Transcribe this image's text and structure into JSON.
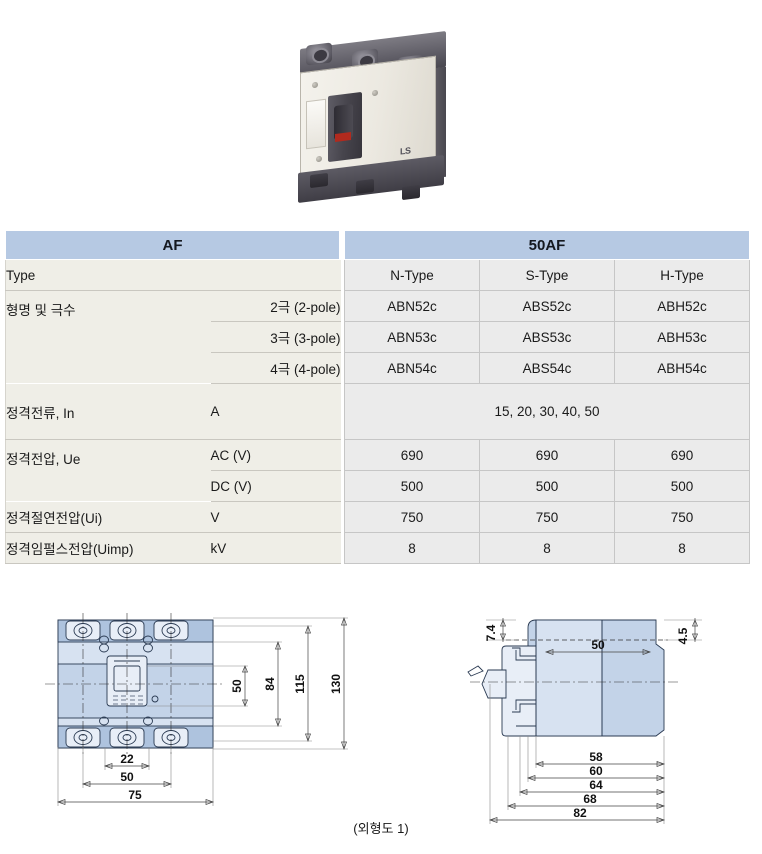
{
  "product": {
    "image_name": "mccb-product-photo",
    "brand_mark": "LS"
  },
  "table": {
    "header": {
      "left": "AF",
      "right": "50AF"
    },
    "rows": [
      {
        "label": "Type",
        "unit": "",
        "unit_align": "left",
        "values": [
          "N-Type",
          "S-Type",
          "H-Type"
        ]
      },
      {
        "label": "형명 및 극수",
        "unit": "2극 (2-pole)",
        "unit_align": "right",
        "values": [
          "ABN52c",
          "ABS52c",
          "ABH52c"
        ]
      },
      {
        "label": "",
        "unit": "3극 (3-pole)",
        "unit_align": "right",
        "values": [
          "ABN53c",
          "ABS53c",
          "ABH53c"
        ]
      },
      {
        "label": "",
        "unit": "4극 (4-pole)",
        "unit_align": "right",
        "values": [
          "ABN54c",
          "ABS54c",
          "ABH54c"
        ]
      },
      {
        "label": "정격전류, In",
        "unit": "A",
        "unit_align": "left",
        "merged_value": "15, 20, 30, 40, 50"
      },
      {
        "label": "정격전압, Ue",
        "unit": "AC (V)",
        "unit_align": "left",
        "values": [
          "690",
          "690",
          "690"
        ]
      },
      {
        "label": "",
        "unit": "DC (V)",
        "unit_align": "left",
        "values": [
          "500",
          "500",
          "500"
        ]
      },
      {
        "label": "정격절연전압(Ui)",
        "unit": "V",
        "unit_align": "left",
        "values": [
          "750",
          "750",
          "750"
        ]
      },
      {
        "label": "정격임펄스전압(Uimp)",
        "unit": "kV",
        "unit_align": "left",
        "values": [
          "8",
          "8",
          "8"
        ]
      }
    ]
  },
  "drawings": {
    "caption": "(외형도 1)",
    "front_view": {
      "name": "front-view-drawing",
      "vertical_dimensions": [
        "50",
        "84",
        "115",
        "130"
      ],
      "horizontal_dimensions": [
        "22",
        "50",
        "75"
      ]
    },
    "side_view": {
      "name": "side-view-drawing",
      "top_dimensions": [
        "7.4",
        "50",
        "4.5"
      ],
      "bottom_dimensions": [
        "58",
        "60",
        "64",
        "68",
        "82"
      ]
    }
  },
  "colors": {
    "header_blue": "#b6c9e3",
    "label_beige": "#efeee7",
    "value_gray": "#ebebeb",
    "drawing_blue": "#c3d3e8"
  }
}
